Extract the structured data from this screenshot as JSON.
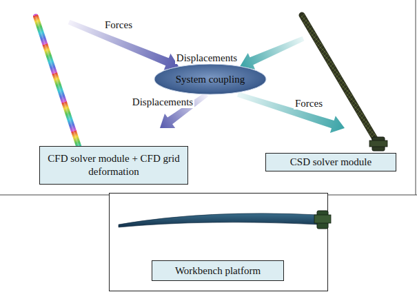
{
  "diagram": {
    "nodes": [
      {
        "text": [
          "System coupling"
        ]
      },
      {
        "text": [
          "CFD solver module + CFD grid deformation"
        ]
      },
      {
        "text": [
          "CSD solver module"
        ]
      },
      {
        "text": [
          "Workbench platform"
        ]
      }
    ],
    "edges": [
      {
        "from": 1,
        "to": 0,
        "label": "Forces",
        "arrow": "to"
      },
      {
        "from": 2,
        "to": 0,
        "label": "Displacements",
        "arrow": "to"
      },
      {
        "from": 0,
        "to": 1,
        "label": "Displacements",
        "arrow": "to"
      },
      {
        "from": 0,
        "to": 2,
        "label": "Forces",
        "arrow": "to"
      }
    ]
  }
}
